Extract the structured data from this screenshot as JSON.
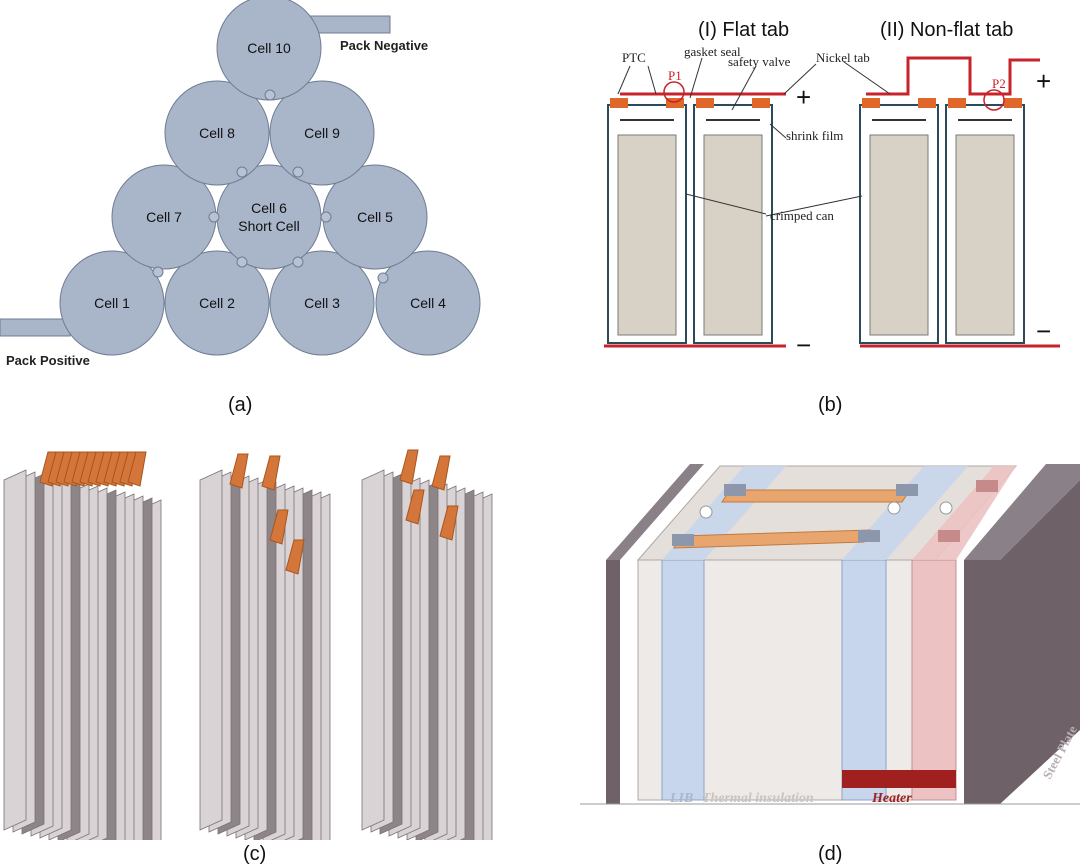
{
  "panels": {
    "a": {
      "caption": "(a)",
      "cells": [
        "Cell 1",
        "Cell 2",
        "Cell 3",
        "Cell 4",
        "Cell 5",
        "Cell 6",
        "Cell 7",
        "Cell 8",
        "Cell 9",
        "Cell 10"
      ],
      "short_cell_label": "Short Cell",
      "pack_negative": "Pack Negative",
      "pack_positive": "Pack Positive"
    },
    "b": {
      "caption": "(b)",
      "title_flat": "(I) Flat tab",
      "title_nonflat": "(II) Non-flat tab",
      "labels": {
        "ptc": "PTC",
        "gasket_seal": "gasket seal",
        "safety_valve": "safety valve",
        "nickel_tab": "Nickel tab",
        "shrink_film": "shrink film",
        "crimped_can": "crimped can",
        "p1": "P1",
        "p2": "P2",
        "plus": "+",
        "minus": "−"
      }
    },
    "c": {
      "caption": "(c)"
    },
    "d": {
      "caption": "(d)",
      "labels": {
        "lib": "LIB",
        "thermal_insulation": "Thermal insulation",
        "heater": "Heater",
        "steel_plate": "Steel Plate"
      }
    }
  },
  "colors": {
    "cell_fill": "#a9b5c9",
    "cell_stroke": "#6f7c92",
    "tab_red": "#c8232b",
    "ptc_orange": "#e0662a",
    "can_fill": "#d8d2c6",
    "copper": "#d4763a",
    "blue_band": "#c7d6ec",
    "pink_band": "#ecc2c2",
    "heater_dark": "#a02020",
    "steel": "#6e6268"
  }
}
